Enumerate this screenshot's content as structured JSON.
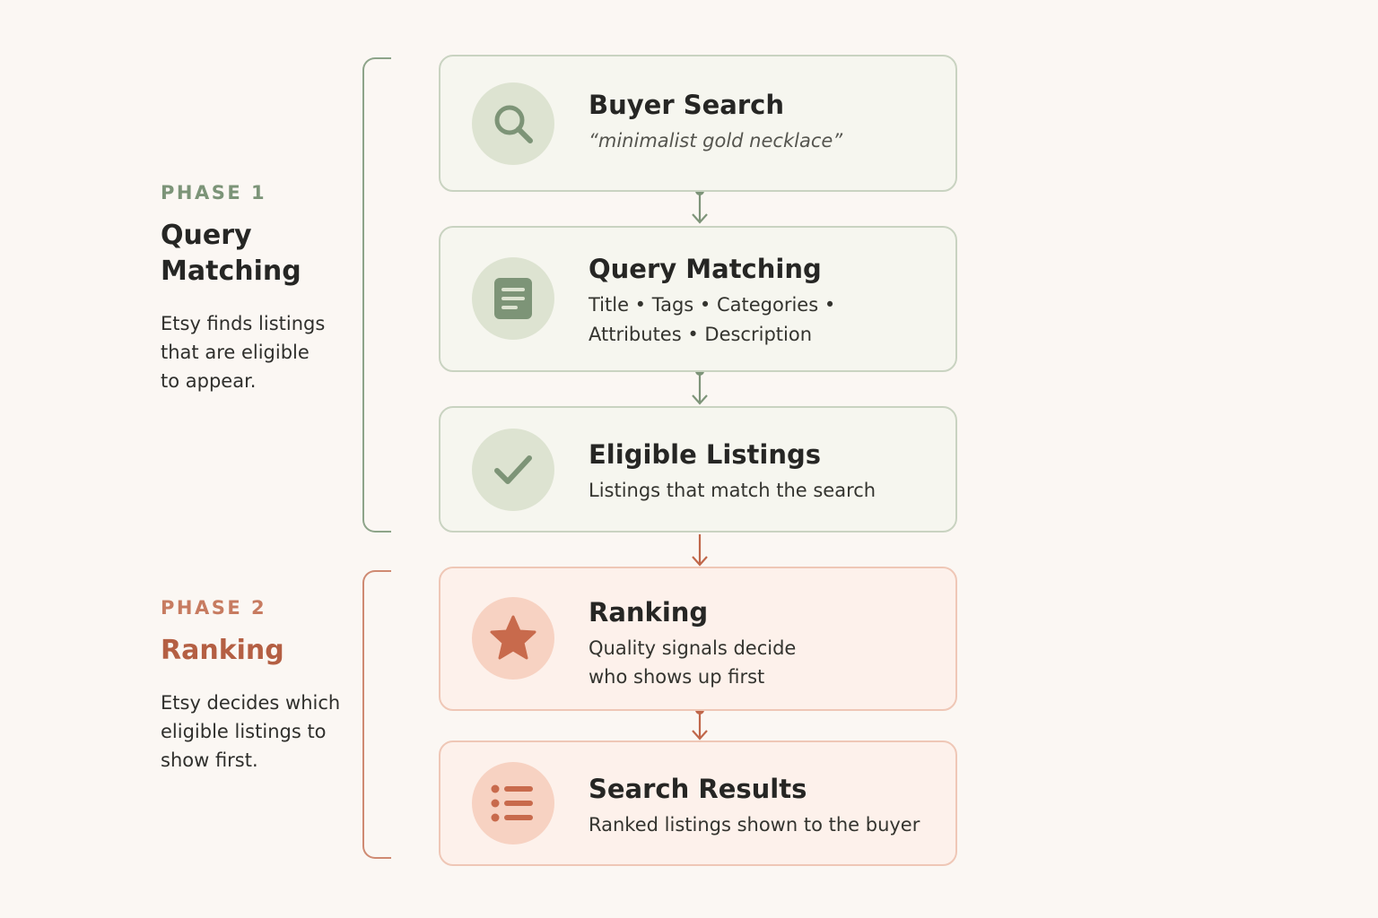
{
  "phases": [
    {
      "number": "PHASE 1",
      "title": "Query\nMatching",
      "description": "Etsy finds listings that are eligible to appear."
    },
    {
      "number": "PHASE 2",
      "title": "Ranking",
      "description": "Etsy decides which eligible listings to show first."
    }
  ],
  "steps": [
    {
      "title": "Buyer Search",
      "subtitle": "“minimalist gold necklace”",
      "icon": "search-icon"
    },
    {
      "title": "Query Matching",
      "subtitle": "Title • Tags • Categories •\nAttributes • Description",
      "icon": "document-icon"
    },
    {
      "title": "Eligible Listings",
      "subtitle": "Listings that match the search",
      "icon": "checkmark-icon"
    },
    {
      "title": "Ranking",
      "subtitle": "Quality signals decide\nwho shows up first",
      "icon": "star-icon"
    },
    {
      "title": "Search Results",
      "subtitle": "Ranked listings shown to the buyer",
      "icon": "list-icon"
    }
  ],
  "colors": {
    "phase1": "#7c9478",
    "phase2": "#b45f43",
    "background": "#fbf7f3"
  }
}
